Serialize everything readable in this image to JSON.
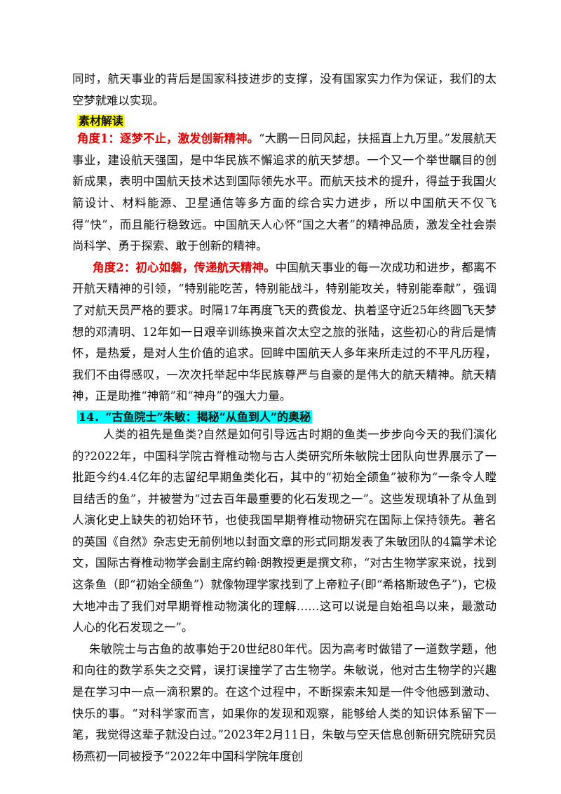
{
  "p_intro": "同时，航天事业的背后是国家科技进步的支撑，没有国家实力作为保证，我们的太空梦就难以实现。",
  "label_material": "素材解读",
  "angle1": {
    "heading": "角度1：逐梦不止，激发创新精神。",
    "body": "“大鹏一日同风起，扶摇直上九万里。”发展航天事业，建设航天强国，是中华民族不懈追求的航天梦想。一个又一个举世瞩目的创新成果，表明中国航天技术达到国际领先水平。而航天技术的提升，得益于我国火箭设计、材料能源、卫星通信等多方面的综合实力进步，所以中国航天不仅飞得“快”，而且能行稳致远。中国航天人心怀“国之大者”的精神品质，激发全社会崇尚科学、勇于探索、敢于创新的精神。"
  },
  "angle2": {
    "heading": "角度2：初心如磐，传递航天精神。",
    "body": "中国航天事业的每一次成功和进步，都离不开航天精神的引领，“特别能吃苦，特别能战斗，特别能攻关，特别能奉献”，强调了对航天员严格的要求。时隔17年再度飞天的费俊龙、执着坚守近25年终圆飞天梦想的邓清明、12年如一日艰辛训练换来首次太空之旅的张陆，这些初心的背后是情怀，是热爱，是对人生价值的追求。回眸中国航天人多年来所走过的不平凡历程，我们不由得感叹，一次次托举起中华民族尊严与自豪的是伟大的航天精神。航天精神，正是助推“神箭”和“神舟”的强大力量。"
  },
  "section14_title": "14．“古鱼院士”朱敏：揭秘“从鱼到人”的奥秘",
  "p_section14_1": "人类的祖先是鱼类?自然是如何引导远古时期的鱼类一步步向今天的我们演化的?2022年，中国科学院古脊椎动物与古人类研究所朱敏院士团队向世界展示了一批距今约4.4亿年的志留纪早期鱼类化石，其中的“初始全颌鱼”被称为“一条令人瞠目结舌的鱼”，并被誉为“过去百年最重要的化石发现之一”。这些发现填补了从鱼到人演化史上缺失的初始环节，也使我国早期脊椎动物研究在国际上保持领先。著名的英国《自然》杂志史无前例地以封面文章的形式同期发表了朱敏团队的4篇学术论文，国际古脊椎动物学会副主席约翰·朗教授更是撰文称，“对古生物学家来说，找到这条鱼（即“初始全颌鱼”）就像物理学家找到了上帝粒子(即“希格斯玻色子”)，它极大地冲击了我们对早期脊椎动物演化的理解……这可以说是自始祖鸟以来，最激动人心的化石发现之一”。",
  "p_section14_2": "朱敏院士与古鱼的故事始于20世纪80年代。因为高考时做错了一道数学题，他和向往的数学系失之交臂，误打误撞学了古生物学。朱敏说，他对古生物学的兴趣是在学习中一点一滴积累的。在这个过程中，不断探索未知是一件令他感到激动、快乐的事。“对科学家而言，如果你的发现和观察，能够给人类的知识体系留下一笔，我觉得这辈子就没白过。”2023年2月11日，朱敏与空天信息创新研究院研究员杨燕初一同被授予“2022年中国科学院年度创",
  "colors": {
    "angle_red": "#e00000",
    "highlight_yellow": "#ffff00",
    "highlight_cyan": "#00ffff"
  }
}
